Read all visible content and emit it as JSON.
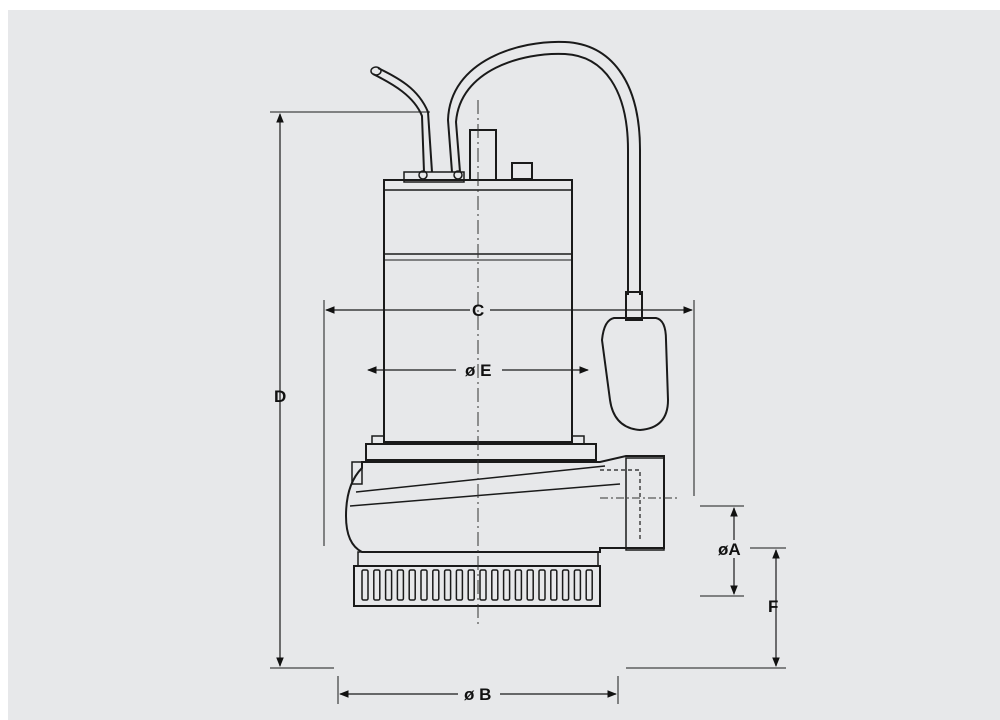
{
  "labels": {
    "C": "C",
    "D": "D",
    "E": "ø E",
    "A": "øA",
    "F": "F",
    "B": "ø B"
  }
}
